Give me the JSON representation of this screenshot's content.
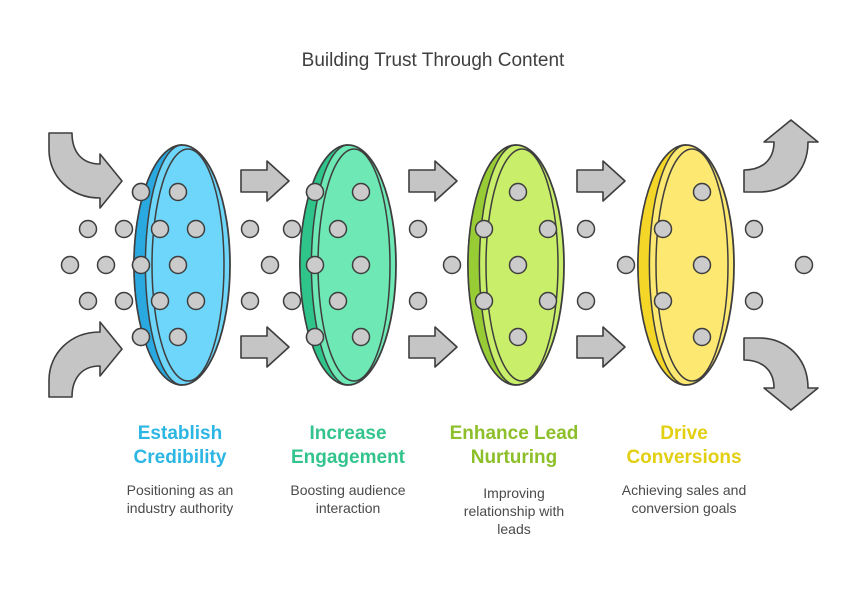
{
  "title": "Building Trust Through Content",
  "stages": [
    {
      "title_lines": [
        "Establish",
        "Credibility"
      ],
      "desc_lines": [
        "Positioning as an",
        "industry authority"
      ],
      "color": "#2cb6e3",
      "ring_light": "#6ed6fb",
      "ring_dark": "#2aa9e0"
    },
    {
      "title_lines": [
        "Increase",
        "Engagement"
      ],
      "desc_lines": [
        "Boosting audience",
        "interaction"
      ],
      "color": "#33c48e",
      "ring_light": "#6ee8b4",
      "ring_dark": "#2ec48a"
    },
    {
      "title_lines": [
        "Enhance Lead",
        "Nurturing"
      ],
      "desc_lines": [
        "Improving",
        "relationship with",
        "leads"
      ],
      "color": "#8dbf2a",
      "ring_light": "#c9ef6a",
      "ring_dark": "#97cc35"
    },
    {
      "title_lines": [
        "Drive",
        "Conversions"
      ],
      "desc_lines": [
        "Achieving sales and",
        "conversion goals"
      ],
      "color": "#e2cf12",
      "ring_light": "#fde872",
      "ring_dark": "#f4d628"
    }
  ],
  "colors": {
    "arrow_fill": "#c5c5c5",
    "dot_fill": "#cbcbcb",
    "stroke": "#3e3e3e"
  }
}
